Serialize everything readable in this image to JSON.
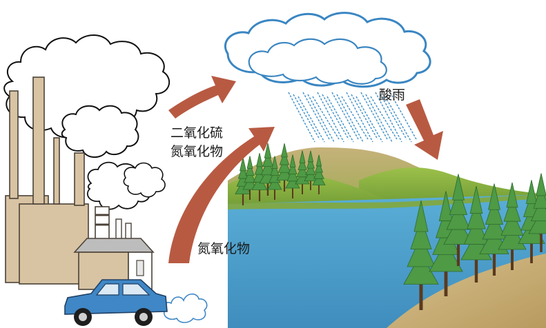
{
  "labels": {
    "acid_rain": "酸雨",
    "emission_line1": "二氧化硫",
    "emission_line2": "氮氧化物",
    "car_emission": "氮氧化物"
  },
  "colors": {
    "arrow": "#b85a42",
    "cloud_outline": "#3a86c2",
    "rain": "#3f8fc7",
    "smoke_outline": "#111111",
    "building": "#d8c3a3",
    "building_outline": "#4a4238",
    "car": "#3f87c6",
    "lake": "#4e9fc9",
    "hill": "#b4a86a",
    "grass": "#8fb23f",
    "shore": "#c9b07a",
    "tree": "#4e9a45",
    "trunk": "#5a3a1e"
  }
}
